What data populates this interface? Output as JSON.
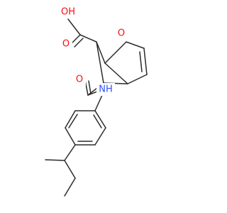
{
  "molecule": {
    "atoms": [
      {
        "id": "O_bridge",
        "symbol": "O",
        "color": "#ff0d0d"
      },
      {
        "id": "OH",
        "symbol": "OH",
        "color": "#ff0d0d"
      },
      {
        "id": "O_acid",
        "symbol": "O",
        "color": "#ff0d0d"
      },
      {
        "id": "O_amide",
        "symbol": "O",
        "color": "#ff0d0d"
      },
      {
        "id": "NH",
        "symbol": "NH",
        "color": "#3050f8"
      }
    ],
    "bond_color": "#2b2b2b"
  }
}
